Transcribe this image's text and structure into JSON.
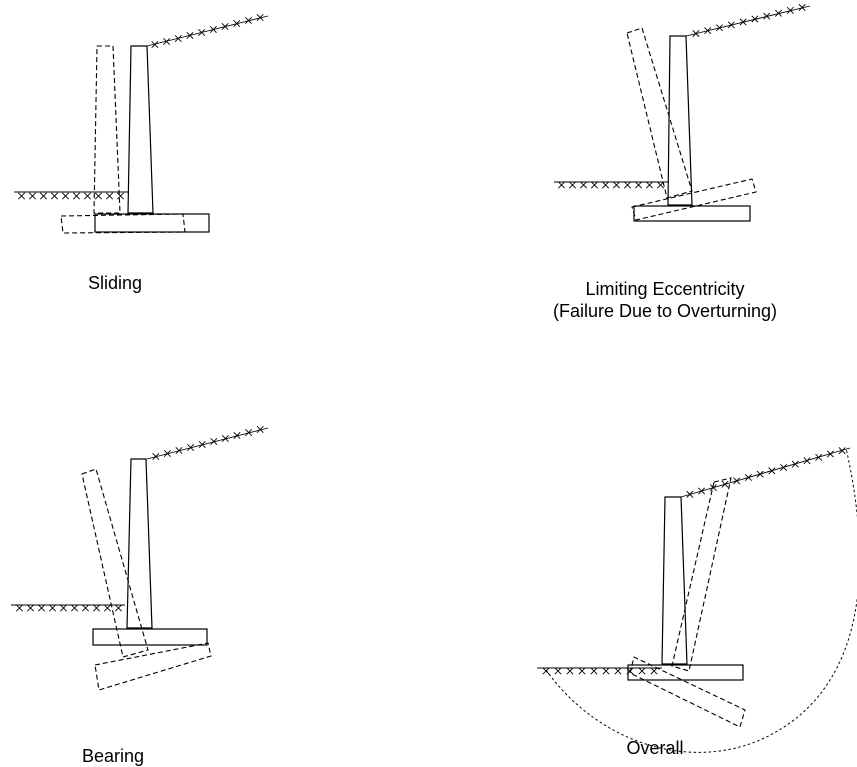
{
  "panels": [
    {
      "id": "sliding",
      "caption_lines": [
        "Sliding"
      ]
    },
    {
      "id": "eccentricity",
      "caption_lines": [
        "Limiting Eccentricity",
        "(Failure Due to Overturning)"
      ]
    },
    {
      "id": "bearing",
      "caption_lines": [
        "Bearing"
      ]
    },
    {
      "id": "overall",
      "caption_lines": [
        "Overall"
      ]
    }
  ]
}
